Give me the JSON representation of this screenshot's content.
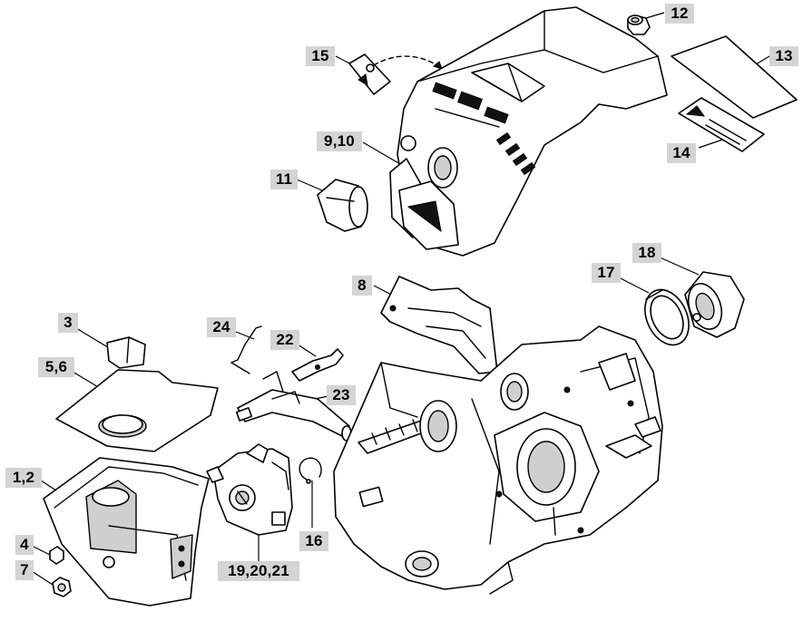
{
  "labels": {
    "l1_2": "1,2",
    "l3": "3",
    "l4": "4",
    "l5_6": "5,6",
    "l7": "7",
    "l8": "8",
    "l9_10": "9,10",
    "l11": "11",
    "l12": "12",
    "l13": "13",
    "l14": "14",
    "l15": "15",
    "l16": "16",
    "l17": "17",
    "l18": "18",
    "l19_21": "19,20,21",
    "l22": "22",
    "l23": "23",
    "l24": "24"
  },
  "colors": {
    "label_bg": "#d4d4d4",
    "line": "#000000",
    "part_fill": "#ffffff"
  }
}
